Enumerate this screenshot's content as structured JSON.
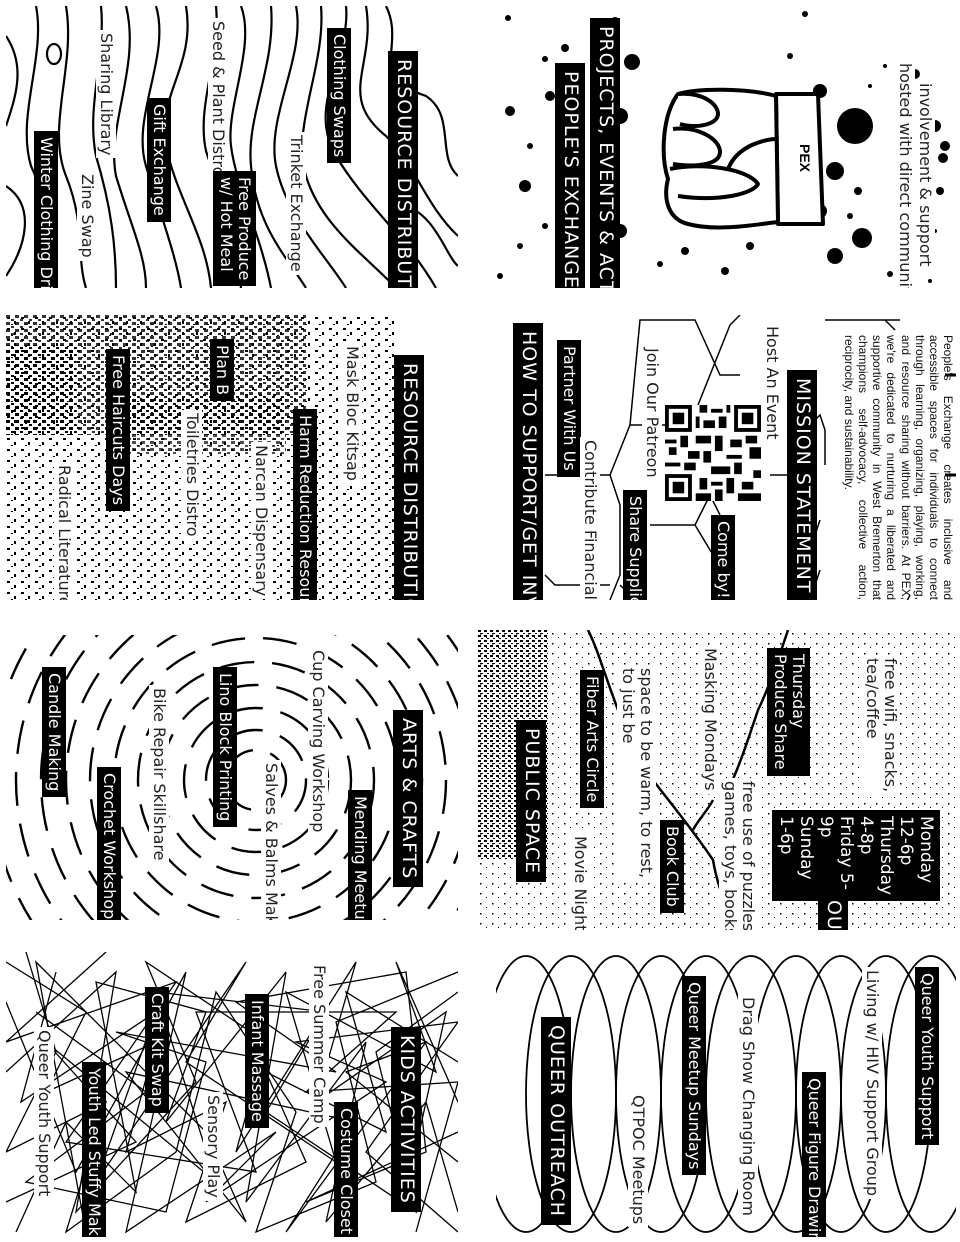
{
  "brochure": {
    "cover": {
      "org_name": "PEOPLE'S EXCHANGE",
      "subtitle": "PROJECTS, EVENTS & ACTIVITIES",
      "fist_badge": "PEX",
      "tagline_line1": "hosted with direct community",
      "tagline_line2": "involvement & support"
    },
    "resource_distribution_1": {
      "title": "RESOURCE DISTRIBUTION",
      "items": [
        {
          "label": "Clothing Swaps",
          "style": "box"
        },
        {
          "label": "Trinket Exchange",
          "style": "plain"
        },
        {
          "label": "Seed & Plant Distro",
          "style": "plain"
        },
        {
          "label": "Free Produce\nw/ Hot Meal",
          "style": "box"
        },
        {
          "label": "Gift Exchange",
          "style": "box"
        },
        {
          "label": "Sharing Library",
          "style": "plain"
        },
        {
          "label": "Zine Swap",
          "style": "plain"
        },
        {
          "label": "Winter Clothing Drive",
          "style": "box"
        }
      ]
    },
    "resource_distribution_2": {
      "title": "RESOURCE DISTRIBUTION",
      "items": [
        {
          "label": "Mask Bloc Kitsap",
          "style": "plain"
        },
        {
          "label": "Harm Reduction Resources",
          "style": "box"
        },
        {
          "label": "Narcan Dispensary",
          "style": "plain"
        },
        {
          "label": "Plan B",
          "style": "box"
        },
        {
          "label": "Toiletries Distro",
          "style": "plain"
        },
        {
          "label": "Free Haircuts Days",
          "style": "box"
        },
        {
          "label": "Radical Literature",
          "style": "plain"
        }
      ]
    },
    "arts_crafts": {
      "title": "ARTS & CRAFTS",
      "items": [
        {
          "label": "Mending Meetup",
          "style": "box"
        },
        {
          "label": "Cup Carving Workshop",
          "style": "plain"
        },
        {
          "label": "Salves & Balms Making",
          "style": "plain"
        },
        {
          "label": "Lino Block Printing",
          "style": "box"
        },
        {
          "label": "Bike Repair Skillshare",
          "style": "plain"
        },
        {
          "label": "Crochet Workshop",
          "style": "box"
        },
        {
          "label": "Candle Making",
          "style": "box"
        }
      ]
    },
    "kids_activities": {
      "title": "KIDS ACTIVITIES",
      "items": [
        {
          "label": "Costume Closet",
          "style": "box"
        },
        {
          "label": "Free Summer Camp",
          "style": "plain"
        },
        {
          "label": "Infant Massage",
          "style": "box"
        },
        {
          "label": "Sensory Play",
          "style": "plain"
        },
        {
          "label": "Craft Kit Swap",
          "style": "box"
        },
        {
          "label": "Youth Led Stuffy Making",
          "style": "box"
        },
        {
          "label": "Queer Youth Support",
          "style": "plain"
        }
      ]
    },
    "get_involved": {
      "title": "HOW TO SUPPORT/GET INVOLVED",
      "items": [
        {
          "label": "Partner With Us",
          "style": "box"
        },
        {
          "label": "Contribute Financially",
          "style": "plain"
        },
        {
          "label": "Share Supplies",
          "style": "box"
        },
        {
          "label": "Join Our Patreon",
          "style": "plain"
        },
        {
          "label": "Come by!",
          "style": "box"
        },
        {
          "label": "Host An Event",
          "style": "plain"
        }
      ],
      "qr_code": "qr-code"
    },
    "mission": {
      "title": "MISSION STATEMENT",
      "text": "People's Exchange creates inclusive and accessible spaces for individuals to connect through learning, organizing, playing, working, and resource sharing without barriers. At PEX, we're dedicated to nurturing a liberated and supportive community in West Bremerton that champions self-advocacy, collective action, reciprocity, and sustainability."
    },
    "public_space": {
      "title": "PUBLIC SPACE",
      "items": [
        {
          "label": "Movie Night",
          "style": "plain"
        },
        {
          "label": "Fiber Arts Circle",
          "style": "box"
        },
        {
          "label": "space to be warm, to rest,\nto just be",
          "style": "plain"
        },
        {
          "label": "Book Club",
          "style": "box"
        },
        {
          "label": "Masking Mondays",
          "style": "plain"
        },
        {
          "label": "free use of puzzles,\ngames, toys, books, zines",
          "style": "plain"
        },
        {
          "label": "Thursday\nProduce Share",
          "style": "box"
        },
        {
          "label": "free wifi, snacks,\ntea/coffee",
          "style": "plain"
        }
      ],
      "open_hours": {
        "title": "OPEN HOURS",
        "schedule": [
          "Monday 12-6p",
          "Thursday 4-8p",
          "Friday 5-9p",
          "Sunday 1-6p"
        ]
      }
    },
    "queer_outreach": {
      "title": "QUEER OUTREACH",
      "items": [
        {
          "label": "QTPOC Meetups",
          "style": "plain"
        },
        {
          "label": "Queer Meetup Sundays",
          "style": "box"
        },
        {
          "label": "Drag Show Changing Room",
          "style": "plain"
        },
        {
          "label": "Queer Figure Drawing",
          "style": "box"
        },
        {
          "label": "Living w/ HIV Support Group",
          "style": "plain"
        },
        {
          "label": "Queer Youth Support",
          "style": "box"
        }
      ]
    }
  }
}
